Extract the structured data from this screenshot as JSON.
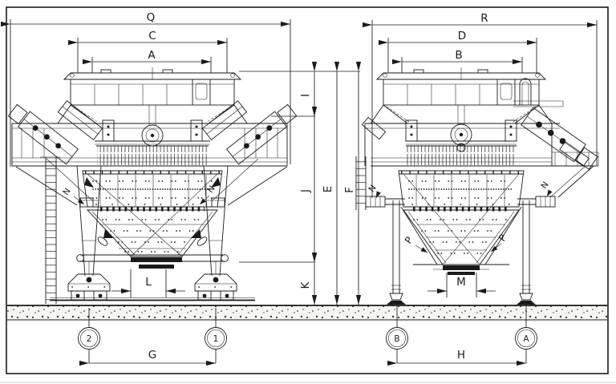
{
  "meta": {
    "type": "technical-dimension-drawing",
    "subject": "rail-mounted hopper machine, front and side elevations"
  },
  "front_view": {
    "dim_overall_width": "Q",
    "dim_rim_width": "C",
    "dim_opening_width": "A",
    "dim_height_top": "I",
    "dim_height_mid": "J",
    "dim_height_bottom": "K",
    "dim_height_overall_1": "E",
    "dim_height_overall_2": "F",
    "dim_outlet_width": "L",
    "dim_rail_span": "G",
    "marker_rail_2": "2",
    "marker_rail_1": "1",
    "note_outrigger": "N"
  },
  "side_view": {
    "dim_overall_width": "R",
    "dim_rim_width": "D",
    "dim_opening_width": "B",
    "dim_outlet_width": "M",
    "dim_support_span": "H",
    "marker_support_b": "B",
    "marker_support_a": "A",
    "note_outrigger": "N",
    "note_jack_strut": "P"
  },
  "colors": {
    "line": "#1a1a1a",
    "ground": "#f5f5f1",
    "paper": "#ffffff"
  }
}
